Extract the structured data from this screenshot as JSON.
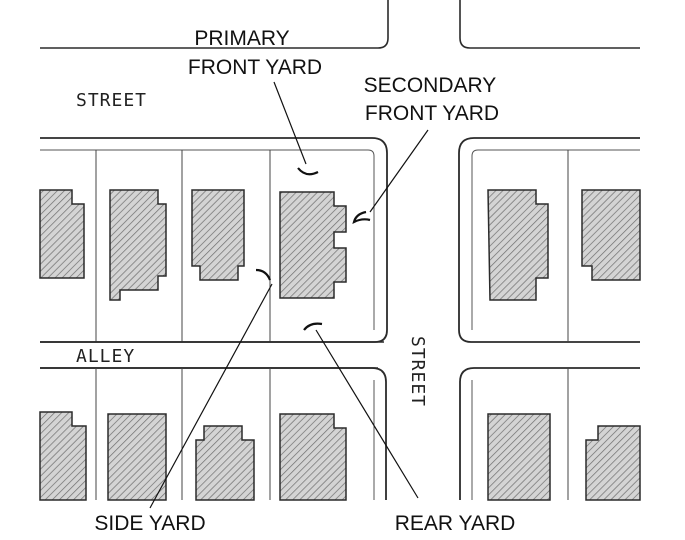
{
  "labels": {
    "primary_front_yard_line1": "PRIMARY",
    "primary_front_yard_line2": "FRONT YARD",
    "secondary_front_yard_line1": "SECONDARY",
    "secondary_front_yard_line2": "FRONT YARD",
    "street_top": "STREET",
    "street_side": "STREET",
    "alley": "ALLEY",
    "side_yard": "SIDE YARD",
    "rear_yard": "REAR YARD"
  },
  "colors": {
    "line": "#2b2b2b",
    "hatch": "#7a7a7a",
    "background": "#ffffff"
  }
}
